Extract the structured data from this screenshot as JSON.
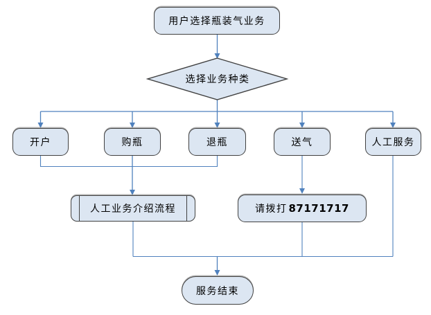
{
  "diagram": {
    "type": "flowchart",
    "colors": {
      "background": "#ffffff",
      "node_fill": "#dce6f2",
      "node_border": "#404040",
      "connector": "#4f81bd",
      "text": "#000000"
    },
    "nodes": {
      "start": {
        "label": "用户选择瓶装气业务",
        "shape": "terminator"
      },
      "decision": {
        "label": "选择业务种类",
        "shape": "decision"
      },
      "open_account": {
        "label": "开户",
        "shape": "process"
      },
      "buy_bottle": {
        "label": "购瓶",
        "shape": "process"
      },
      "return_bottle": {
        "label": "退瓶",
        "shape": "process"
      },
      "deliver_gas": {
        "label": "送气",
        "shape": "process"
      },
      "manual_service": {
        "label": "人工服务",
        "shape": "process"
      },
      "intro_flow": {
        "label": "人工业务介绍流程",
        "shape": "predefined-process"
      },
      "call_hotline": {
        "label_prefix": "请拨打",
        "phone_number": "87171717",
        "shape": "process"
      },
      "end": {
        "label": "服务结束",
        "shape": "terminator"
      }
    }
  }
}
